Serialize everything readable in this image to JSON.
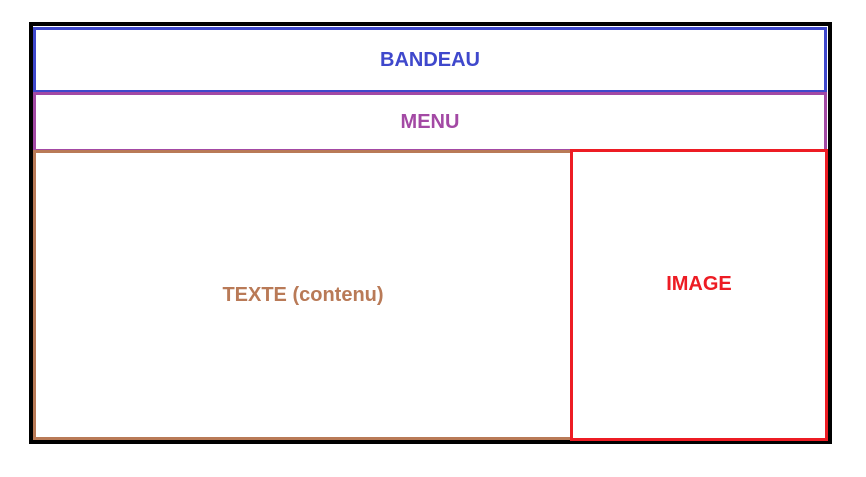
{
  "layout": {
    "bandeau": {
      "label": "BANDEAU",
      "color": "#3f48cc"
    },
    "menu": {
      "label": "MENU",
      "color": "#a349a4"
    },
    "texte": {
      "label": "TEXTE (contenu)",
      "color": "#b97a57"
    },
    "image": {
      "label": "IMAGE",
      "color": "#ed1c24"
    },
    "frame_color": "#000000"
  }
}
